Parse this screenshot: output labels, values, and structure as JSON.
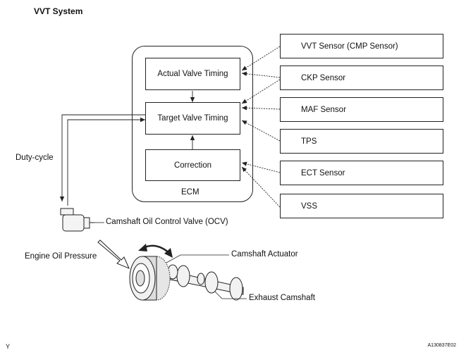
{
  "title": "VVT System",
  "ecm": {
    "label": "ECM",
    "actual": "Actual Valve Timing",
    "target": "Target Valve Timing",
    "correction": "Correction"
  },
  "sensors": [
    "VVT Sensor (CMP Sensor)",
    "CKP Sensor",
    "MAF Sensor",
    "TPS",
    "ECT Sensor",
    "VSS"
  ],
  "labels": {
    "duty_cycle": "Duty-cycle",
    "ocv": "Camshaft Oil Control Valve (OCV)",
    "oil_pressure": "Engine Oil Pressure",
    "actuator": "Camshaft Actuator",
    "camshaft": "Exhaust Camshaft"
  },
  "footer": {
    "code": "A130837E02",
    "corner": "Y"
  }
}
